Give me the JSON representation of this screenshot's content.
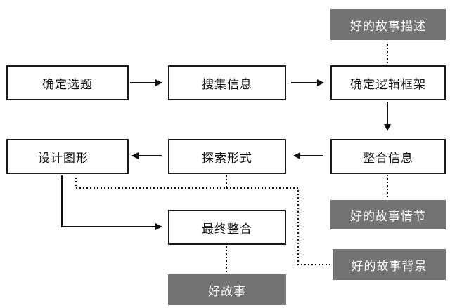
{
  "steps": {
    "choose_topic": "确定选题",
    "collect_info": "搜集信息",
    "logic_frame": "确定逻辑框架",
    "integrate_info": "整合信息",
    "explore_form": "探索形式",
    "design_graphic": "设计图形",
    "final_integration": "最终整合"
  },
  "tags": {
    "story_description": "好的故事描述",
    "story_plot": "好的故事情节",
    "story_background": "好的故事背景",
    "good_story": "好故事"
  },
  "colors": {
    "box_border": "#1a1a1a",
    "tag_fill": "#737373",
    "tag_text": "#ffffff",
    "line": "#111111"
  }
}
